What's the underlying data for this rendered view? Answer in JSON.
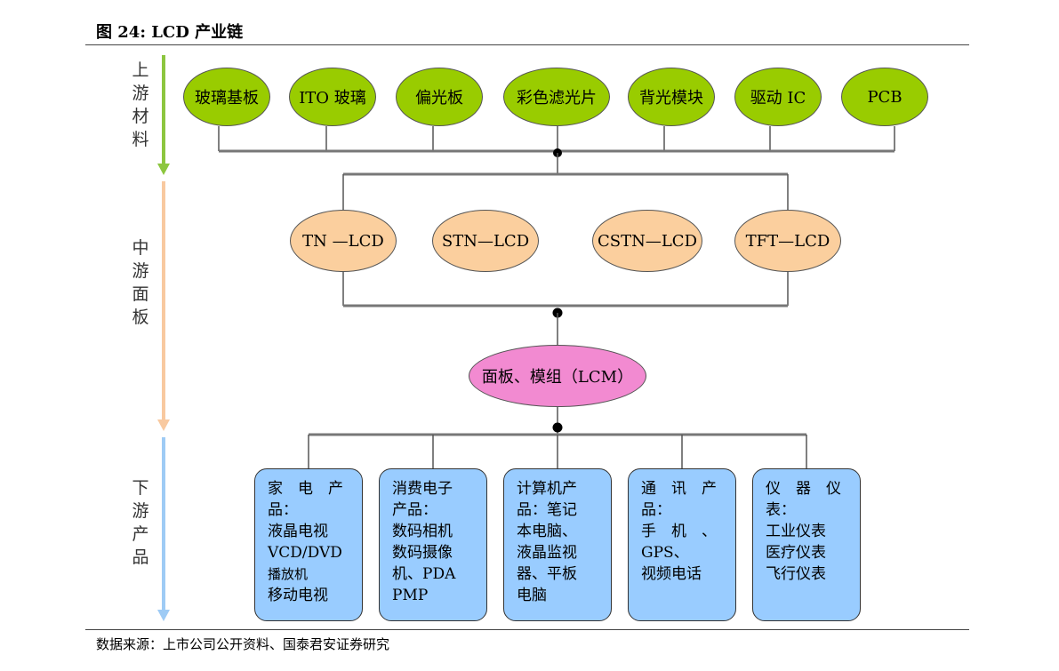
{
  "title": "图 24:  LCD 产业链",
  "source": "数据来源：上市公司公开资料、国泰君安证券研究",
  "stages": {
    "upstream": "上游材料",
    "midstream": "中游面板",
    "downstream": "下游产品"
  },
  "upstream_nodes": [
    "玻璃基板",
    "ITO 玻璃",
    "偏光板",
    "彩色滤光片",
    "背光模块",
    "驱动 IC",
    "PCB"
  ],
  "midstream_nodes": [
    "TN —LCD",
    "STN—LCD",
    "CSTN—LCD",
    "TFT—LCD"
  ],
  "lcm_node": "面板、模组（LCM）",
  "downstream_boxes": [
    {
      "head": [
        "家　电　产",
        "品："
      ],
      "items": [
        "液晶电视",
        "VCD/DVD",
        "播放机",
        "移动电视"
      ]
    },
    {
      "head": [
        "消费电子",
        "产品："
      ],
      "items": [
        "数码相机",
        "数码摄像",
        "机、PDA",
        "PMP"
      ]
    },
    {
      "head": [
        "计算机产",
        "品：笔记"
      ],
      "items": [
        "本电脑、",
        "液晶监视",
        "器、平板",
        "电脑"
      ]
    },
    {
      "head": [
        "通　讯　产",
        "品："
      ],
      "items": [
        "手　机　、",
        "GPS、",
        "视频电话"
      ]
    },
    {
      "head": [
        "仪　器　仪",
        "表："
      ],
      "items": [
        "工业仪表",
        "医疗仪表",
        "飞行仪表"
      ]
    }
  ],
  "colors": {
    "upstream_fill": "#99cc00",
    "midstream_fill": "#fbcf9e",
    "lcm_fill": "#f28ad1",
    "downstream_fill": "#99ccff",
    "arrow_green": "#8cc63f",
    "arrow_orange": "#f8c9a0",
    "arrow_blue": "#9ecbf5"
  }
}
